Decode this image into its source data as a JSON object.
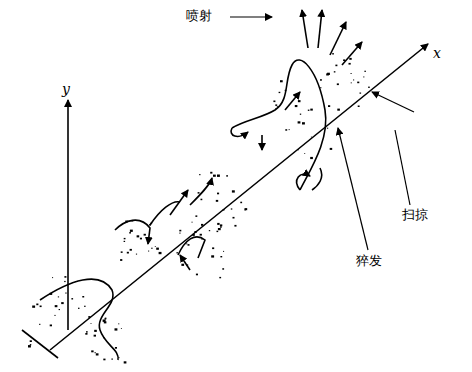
{
  "diagram": {
    "labels": [
      "喷射",
      "x",
      "y",
      "扫掠",
      "猝发"
    ]
  }
}
